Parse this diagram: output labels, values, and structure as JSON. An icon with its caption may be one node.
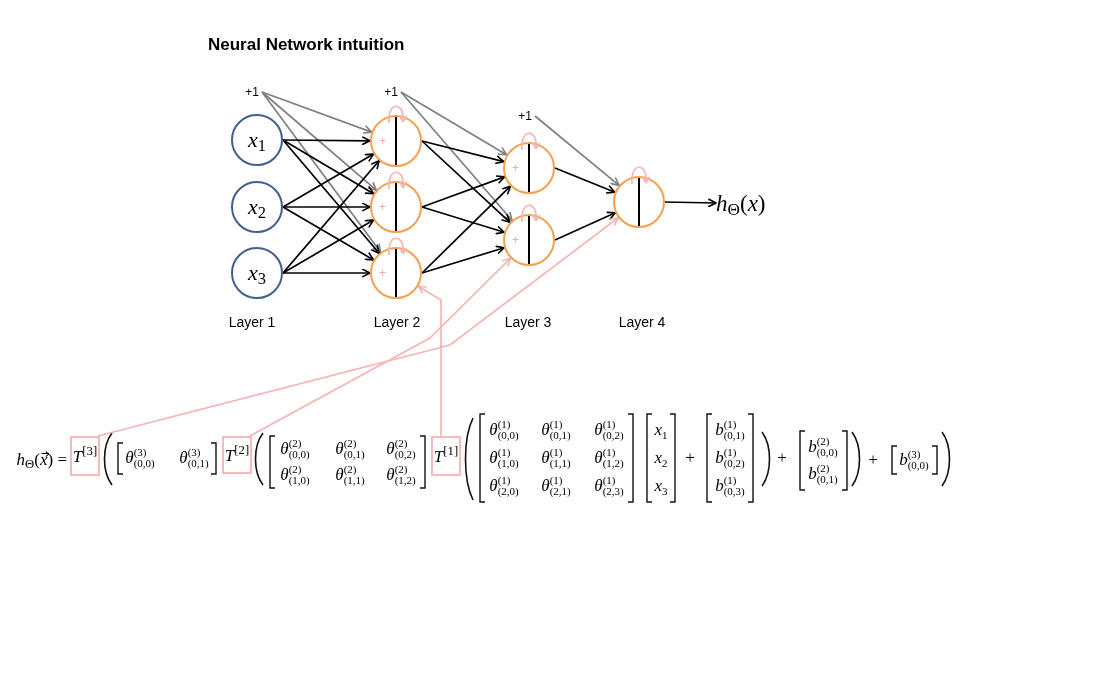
{
  "diagram": {
    "title": "Neural Network intuition",
    "nodes": [
      {
        "text": [
          "+1"
        ]
      },
      {
        "text": [
          "*x*$_{1}$"
        ]
      },
      {
        "text": [
          "*x*$_{2}$"
        ]
      },
      {
        "text": [
          "*x*$_{3}$"
        ]
      },
      {
        "text": [
          "+1"
        ]
      },
      {
        "text": [
          "+"
        ]
      },
      {
        "text": [
          "+"
        ]
      },
      {
        "text": [
          "+"
        ]
      },
      {
        "text": [
          "+1"
        ]
      },
      {
        "text": [
          "+"
        ]
      },
      {
        "text": [
          "+"
        ]
      },
      {
        "text": [],
        "shape": "circle"
      },
      {
        "text": [
          "*h*$_{Θ}$(*x*)"
        ]
      },
      {
        "text": [
          "*T*$^{[3]}$"
        ]
      },
      {
        "text": [
          "*T*$^{[2]}$"
        ]
      },
      {
        "text": [
          "*T*$^{[1]}$"
        ]
      }
    ],
    "edges": [
      {
        "from": 0,
        "to": 5,
        "arrow": "to",
        "color": "#808080"
      },
      {
        "from": 0,
        "to": 6,
        "arrow": "to",
        "color": "#808080"
      },
      {
        "from": 0,
        "to": 7,
        "arrow": "to",
        "color": "#808080"
      },
      {
        "from": 1,
        "to": 5,
        "arrow": "to"
      },
      {
        "from": 1,
        "to": 6,
        "arrow": "to"
      },
      {
        "from": 1,
        "to": 7,
        "arrow": "to"
      },
      {
        "from": 2,
        "to": 5,
        "arrow": "to"
      },
      {
        "from": 2,
        "to": 6,
        "arrow": "to"
      },
      {
        "from": 2,
        "to": 7,
        "arrow": "to"
      },
      {
        "from": 3,
        "to": 5,
        "arrow": "to"
      },
      {
        "from": 3,
        "to": 6,
        "arrow": "to"
      },
      {
        "from": 3,
        "to": 7,
        "arrow": "to"
      },
      {
        "from": 4,
        "to": 9,
        "arrow": "to",
        "color": "#808080"
      },
      {
        "from": 4,
        "to": 10,
        "arrow": "to",
        "color": "#808080"
      },
      {
        "from": 5,
        "to": 9,
        "arrow": "to"
      },
      {
        "from": 5,
        "to": 10,
        "arrow": "to"
      },
      {
        "from": 6,
        "to": 9,
        "arrow": "to"
      },
      {
        "from": 6,
        "to": 10,
        "arrow": "to"
      },
      {
        "from": 7,
        "to": 9,
        "arrow": "to"
      },
      {
        "from": 7,
        "to": 10,
        "arrow": "to"
      },
      {
        "from": 8,
        "to": 11,
        "arrow": "to",
        "color": "#808080"
      },
      {
        "from": 9,
        "to": 11,
        "arrow": "to"
      },
      {
        "from": 10,
        "to": 11,
        "arrow": "to"
      },
      {
        "from": 11,
        "to": 12,
        "arrow": "to"
      },
      {
        "from": 13,
        "to": 11,
        "arrow": "to",
        "color": "#f8b4b4"
      },
      {
        "from": 14,
        "to": 10,
        "arrow": "to",
        "color": "#f8b4b4"
      },
      {
        "from": 15,
        "to": 7,
        "arrow": "to",
        "color": "#f8b4b4"
      }
    ],
    "labels": [
      "Layer 1",
      "Layer 2",
      "Layer 3",
      "Layer 4",
      "*h*$_{Θ}$(*x*) =",
      "*θ*$^{(3)}$$_{(0,0)}$",
      "*θ*$^{(3)}$$_{(0,1)}$",
      "*θ*$^{(2)}$$_{(0,0)}$",
      "*θ*$^{(2)}$$_{(0,1)}$",
      "*θ*$^{(2)}$$_{(0,2)}$",
      "*θ*$^{(2)}$$_{(1,0)}$",
      "*θ*$^{(2)}$$_{(1,1)}$",
      "*θ*$^{(2)}$$_{(1,2)}$",
      "*θ*$^{(1)}$$_{(0,0)}$",
      "*θ*$^{(1)}$$_{(0,1)}$",
      "*θ*$^{(1)}$$_{(0,2)}$",
      "*θ*$^{(1)}$$_{(1,0)}$",
      "*θ*$^{(1)}$$_{(1,1)}$",
      "*θ*$^{(1)}$$_{(1,2)}$",
      "*θ*$^{(1)}$$_{(2,0)}$",
      "*θ*$^{(1)}$$_{(2,1)}$",
      "*θ*$^{(1)}$$_{(2,3)}$",
      "*x*$_{1}$",
      "*x*$_{2}$",
      "*x*$_{3}$",
      "+",
      "*b*$^{(1)}$$_{(0,1)}$",
      "*b*$^{(1)}$$_{(0,2)}$",
      "*b*$^{(1)}$$_{(0,3)}$",
      "+",
      "*b*$^{(2)}$$_{(0,0)}$",
      "*b*$^{(2)}$$_{(0,1)}$",
      "+",
      "*b*$^{(3)}$$_{(0,0)}$"
    ]
  }
}
